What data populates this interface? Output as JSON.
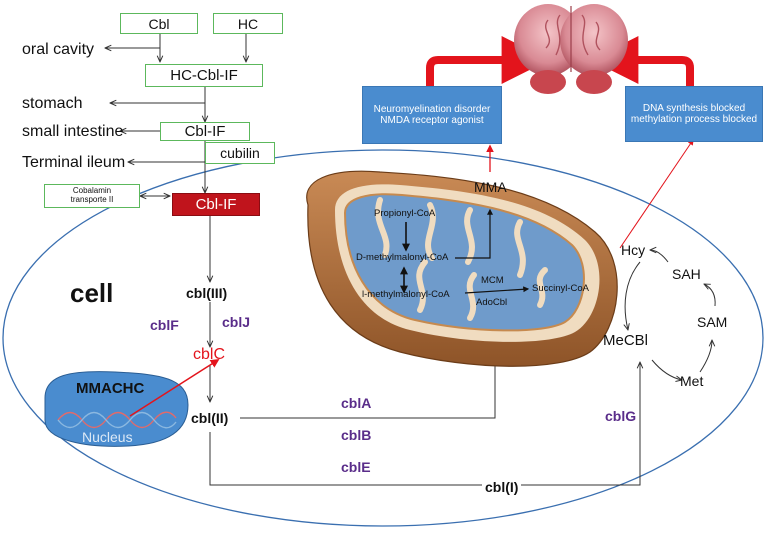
{
  "top_boxes": {
    "cbl": "Cbl",
    "hc": "HC",
    "hc_cbl_if": "HC-Cbl-IF",
    "cbl_if": "Cbl-IF",
    "cubilin": "cubilin",
    "cobalamin_transporter_line1": "Cobalamin",
    "cobalamin_transporter_line2": "transporte II",
    "cbl_if_red": "Cbl-IF"
  },
  "sites": {
    "oral_cavity": "oral cavity",
    "stomach": "stomach",
    "small_intestine": "small intestine",
    "terminal_ileum": "Terminal ileum"
  },
  "cell": {
    "title": "cell",
    "cbl_iii": "cbl(III)",
    "cblF": "cblF",
    "cblJ": "cblJ",
    "cblC": "cblC",
    "cbl_ii": "cbl(II)",
    "cblA": "cblA",
    "cblB": "cblB",
    "cblE": "cblE",
    "cbl_i": "cbl(I)",
    "cblG": "cblG",
    "mmachc": "MMACHC",
    "nucleus": "Nucleus"
  },
  "mitochondrion": {
    "propionyl": "Propionyl-CoA",
    "d_methylmalonyl": "D-methylmalonyl-CoA",
    "l_methylmalonyl": "l-methylmalonyl-CoA",
    "mcm": "MCM",
    "succinyl": "Succinyl-CoA",
    "adocbl": "AdoCbl"
  },
  "methylation_cycle": {
    "hcy": "Hcy",
    "sah": "SAH",
    "sam": "SAM",
    "met": "Met",
    "mecbl": "MeCBl",
    "mma": "MMA"
  },
  "effects": {
    "left_line1": "Neuromyelination disorder",
    "left_line2": "NMDA receptor agonist",
    "right_line1": "DNA synthesis blocked",
    "right_line2": "methylation process blocked"
  },
  "colors": {
    "green_box": "#5cb85c",
    "red_box": "#c0141c",
    "blue_box": "#4a8ccf",
    "purple": "#5a2d8a",
    "red_arrow": "#e3141c",
    "cell_outline": "#3a6fb0",
    "mito_outer": "#b5733f",
    "mito_matrix": "#6f9bcb"
  }
}
